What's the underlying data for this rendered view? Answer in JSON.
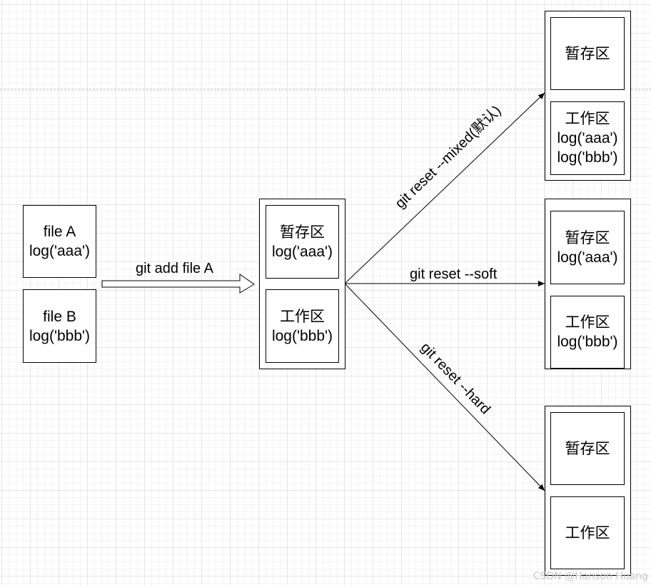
{
  "source": {
    "file_a": {
      "line1": "file A",
      "line2": "log('aaa')"
    },
    "file_b": {
      "line1": "file B",
      "line2": "log('bbb')"
    }
  },
  "add_label": "git add file A",
  "middle": {
    "stage": {
      "title": "暂存区",
      "content": "log('aaa')"
    },
    "work": {
      "title": "工作区",
      "content": "log('bbb')"
    }
  },
  "mixed": {
    "label": "git reset --mixed(默认)",
    "stage": {
      "title": "暂存区"
    },
    "work": {
      "title": "工作区",
      "line1": "log('aaa')",
      "line2": "log('bbb')"
    }
  },
  "soft": {
    "label": "git reset --soft",
    "stage": {
      "title": "暂存区",
      "content": "log('aaa')"
    },
    "work": {
      "title": "工作区",
      "content": "log('bbb')"
    }
  },
  "hard": {
    "label": "git reset --hard",
    "stage": {
      "title": "暂存区"
    },
    "work": {
      "title": "工作区"
    }
  },
  "watermark": "CSDN @Hanson Huang"
}
